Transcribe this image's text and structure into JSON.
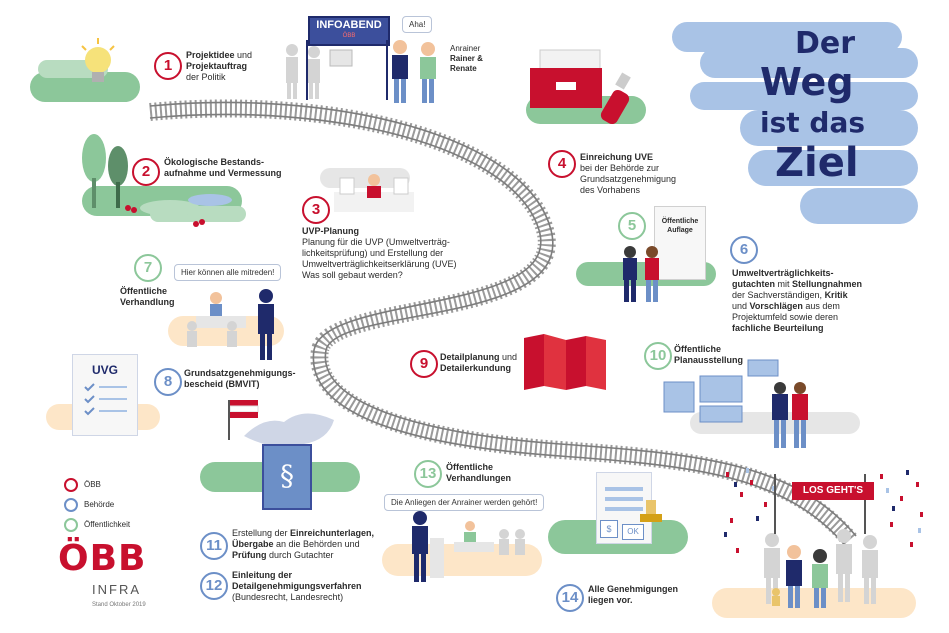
{
  "title": {
    "line1": "Der",
    "line2": "Weg",
    "line3": "ist das",
    "line4": "Ziel"
  },
  "colors": {
    "obb_red": "#c8102e",
    "authority_blue": "#6c8fc7",
    "public_green": "#8cc79a",
    "navy": "#1f2a6b"
  },
  "steps": {
    "s1": {
      "num": "1",
      "line1": "Projektidee",
      "line1b": " und",
      "line2": "Projektauftrag",
      "line3": "der Politik"
    },
    "s2": {
      "num": "2",
      "line1": "Ökologische Bestands-",
      "line2": "aufnahme und Vermessung"
    },
    "s3": {
      "num": "3",
      "head": "UVP-Planung",
      "line1": "Planung für die UVP (Umweltverträg-",
      "line2": "lichkeitsprüfung) und  Erstellung der",
      "line3": "Umweltverträglichkeitserklärung (UVE)",
      "line4": "Was soll gebaut werden?"
    },
    "s4": {
      "num": "4",
      "head": "Einreichung UVE",
      "line1": "bei der Behörde zur",
      "line2": "Grundsatzgenehmigung",
      "line3": "des Vorhabens"
    },
    "s5": {
      "num": "5",
      "sign1": "Öffentliche",
      "sign2": "Auflage"
    },
    "s6": {
      "num": "6",
      "line1a": "Umweltverträglichkeits-",
      "line2a": "gutachten",
      "line2b": " mit ",
      "line2c": "Stellungnahmen",
      "line3a": "der Sachverständigen, ",
      "line3b": "Kritik",
      "line4a": "und ",
      "line4b": "Vorschlägen",
      "line4c": " aus dem",
      "line5": "Projektumfeld sowie deren",
      "line6": "fachliche Beurteilung"
    },
    "s7": {
      "num": "7",
      "line1": "Öffentliche",
      "line2": "Verhandlung",
      "bubble": "Hier können alle mitreden!"
    },
    "s8": {
      "num": "8",
      "line1": "Grundsatzgenehmigungs-",
      "line2": "bescheid (BMVIT)",
      "doc": "UVG"
    },
    "s9": {
      "num": "9",
      "line1a": "Detailplanung",
      "line1b": " und",
      "line2": "Detailerkundung"
    },
    "s10": {
      "num": "10",
      "line1": "Öffentliche",
      "line2": "Planausstellung"
    },
    "s11": {
      "num": "11",
      "line1a": "Erstellung der ",
      "line1b": "Einreichunterlagen,",
      "line2a": "Übergabe",
      "line2b": " an die Behörden und",
      "line3a": "Prüfung",
      "line3b": " durch Gutachter",
      "book": "§"
    },
    "s12": {
      "num": "12",
      "line1": "Einleitung der",
      "line2": "Detailgenehmigungsverfahren",
      "line3": "(Bundesrecht, Landesrecht)"
    },
    "s13": {
      "num": "13",
      "line1": "Öffentliche",
      "line2": "Verhandlungen",
      "bubble": "Die Anliegen der Anrainer werden gehört!"
    },
    "s14": {
      "num": "14",
      "line1": "Alle Genehmigungen",
      "line2": "liegen vor."
    }
  },
  "infoabend": {
    "banner": "INFOABEND",
    "banner_sub": "ÖBB",
    "speech": "Aha!",
    "residents1": "Anrainer",
    "residents2": "Rainer &",
    "residents3": "Renate"
  },
  "finish": {
    "banner": "LOS GEHT'S"
  },
  "legend": [
    {
      "label": "ÖBB",
      "color": "#c8102e"
    },
    {
      "label": "Behörde",
      "color": "#6c8fc7"
    },
    {
      "label": "Öffentlichkeit",
      "color": "#8cc79a"
    }
  ],
  "logo": {
    "brand": "ÖBB",
    "sub": "INFRA",
    "date": "Stand Oktober 2019"
  },
  "stamp": {
    "ok": "OK",
    "dollar": "$"
  }
}
